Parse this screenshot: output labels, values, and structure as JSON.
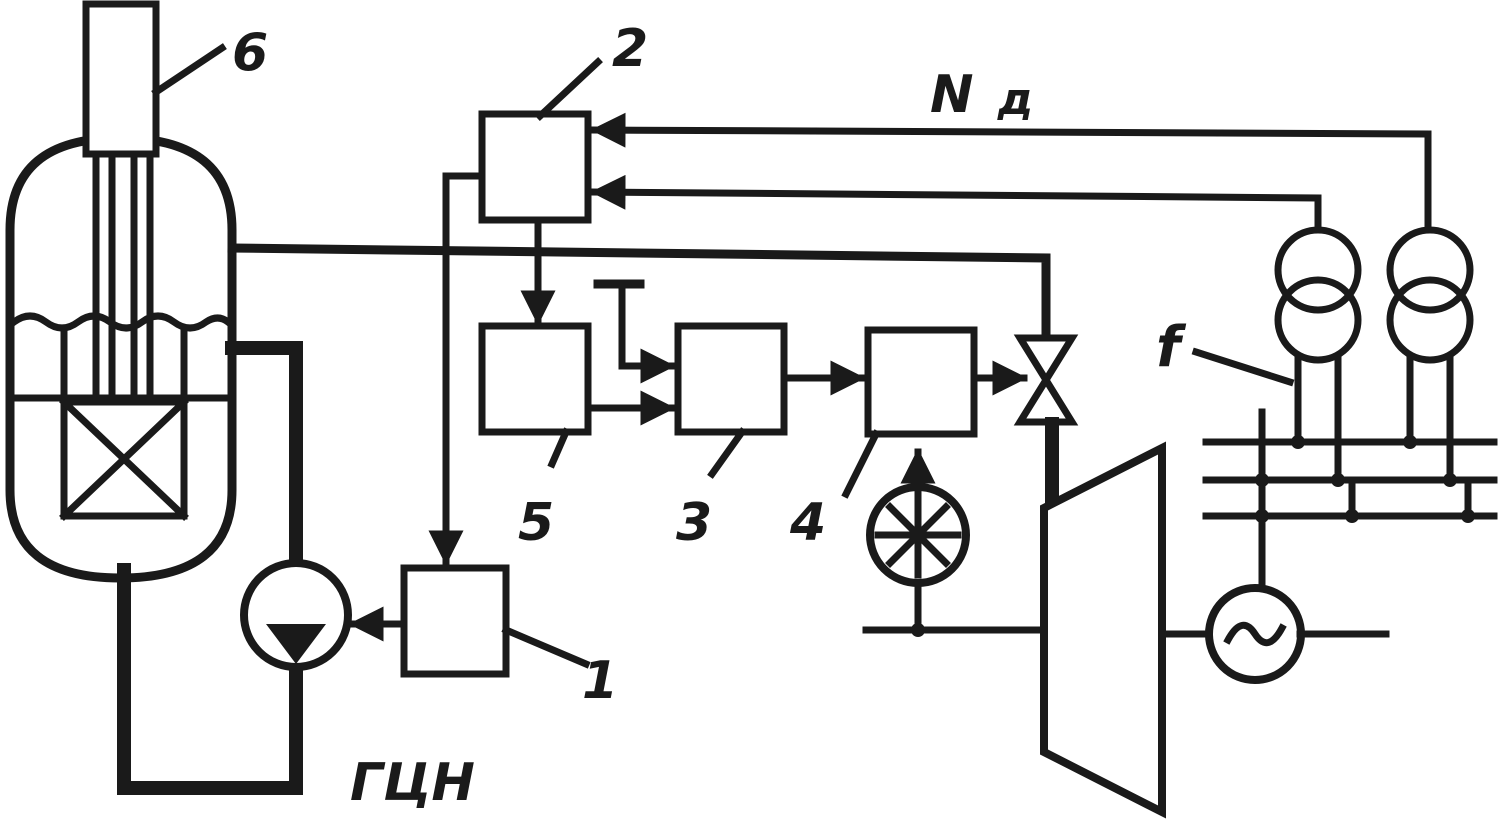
{
  "labels": {
    "l6": "6",
    "l2": "2",
    "nd_main": "N",
    "nd_sub": "д",
    "f": "f",
    "l5": "5",
    "l3": "3",
    "l4": "4",
    "l1": "1",
    "gcn": "ГЦН"
  },
  "colors": {
    "ink": "#1a1a1a",
    "background": "#ffffff"
  }
}
